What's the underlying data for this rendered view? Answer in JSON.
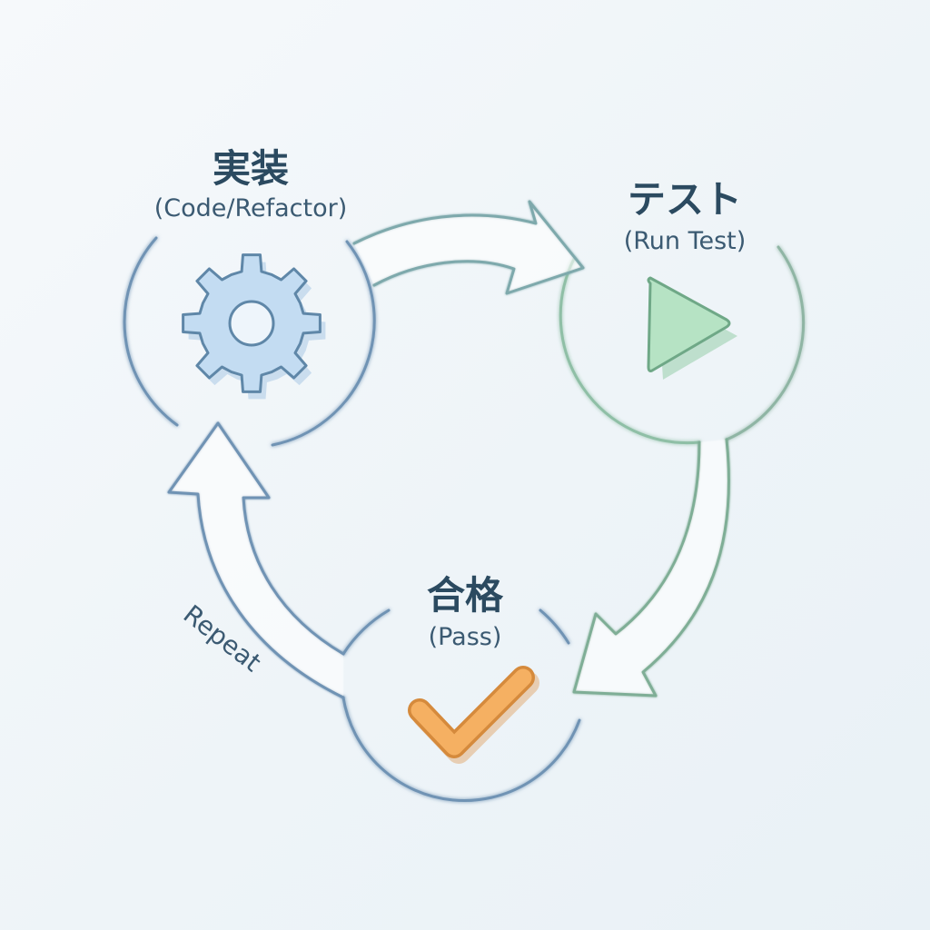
{
  "nodes": {
    "implement": {
      "title": "実装",
      "subtitle": "(Code/Refactor)",
      "icon": "gear-icon"
    },
    "test": {
      "title": "テスト",
      "subtitle": "(Run Test)",
      "icon": "play-icon"
    },
    "pass": {
      "title": "合格",
      "subtitle": "(Pass)",
      "icon": "checkmark-icon"
    }
  },
  "loop_label": "Repeat",
  "colors": {
    "outline_blue": "#6f93b4",
    "outline_green": "#7fae96",
    "gear_fill": "#bcdaf2",
    "play_fill": "#b4e1c2",
    "check_fill": "#f4a654",
    "text": "#2b4a60"
  }
}
